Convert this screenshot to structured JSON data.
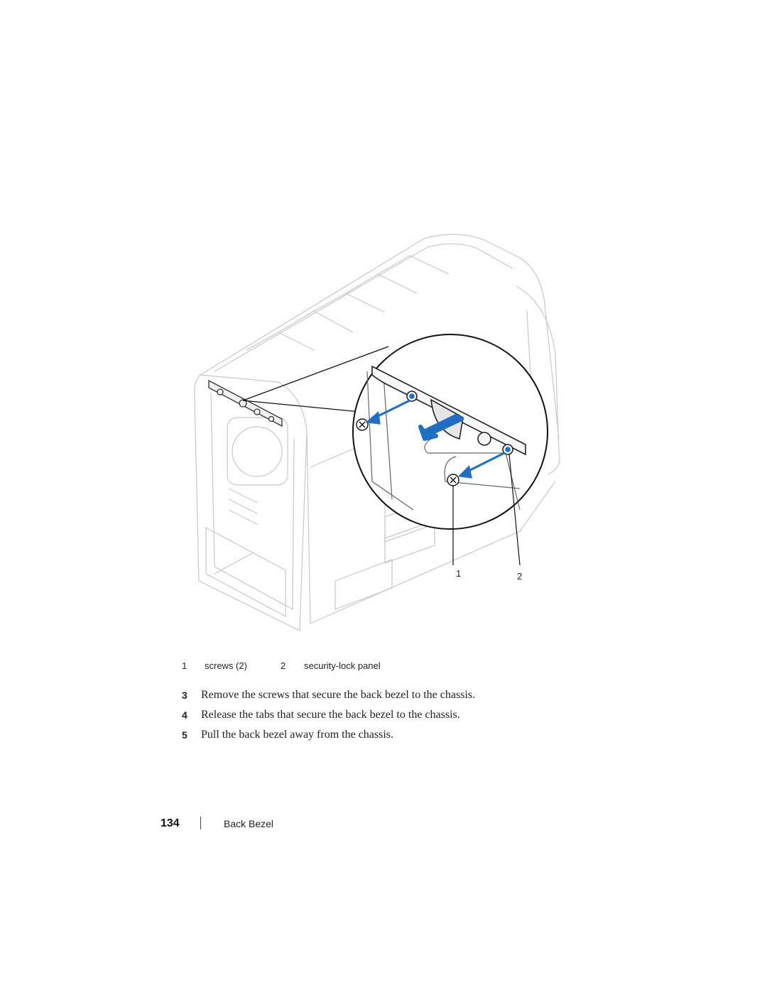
{
  "figure": {
    "callouts": [
      "1",
      "2"
    ],
    "accent_color": "#1f6fc4"
  },
  "legend": {
    "items": [
      {
        "num": "1",
        "label": "screws (2)"
      },
      {
        "num": "2",
        "label": "security-lock panel"
      }
    ]
  },
  "steps": [
    {
      "num": "3",
      "text": "Remove the screws that secure the back bezel to the chassis."
    },
    {
      "num": "4",
      "text": "Release the tabs that secure the back bezel to the chassis."
    },
    {
      "num": "5",
      "text": "Pull the back bezel away from the chassis."
    }
  ],
  "footer": {
    "page_number": "134",
    "section_title": "Back Bezel"
  }
}
